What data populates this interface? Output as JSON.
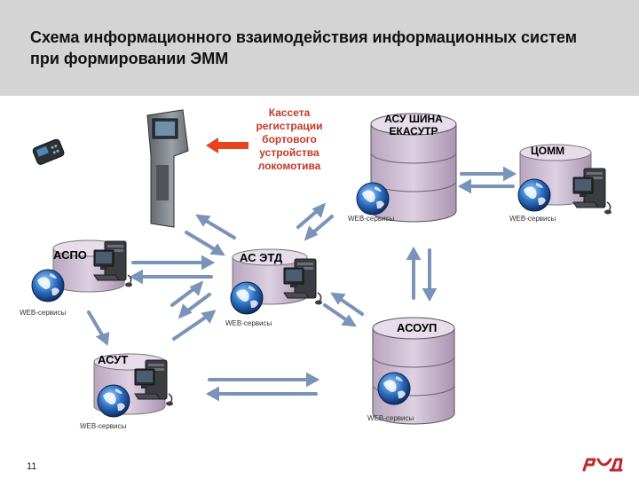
{
  "title": "Схема информационного взаимодействия информационных систем при формировании ЭММ",
  "cassette": [
    "Кассета",
    "регистрации",
    "бортового",
    "устройства",
    "локомотива"
  ],
  "systems": {
    "asu_shina": [
      "АСУ ШИНА",
      "ЕКАСУТР"
    ],
    "comm": "ЦОММ",
    "aspo": "АСПО",
    "as_etd": "АС ЭТД",
    "asoup": "АСОУП",
    "asut": "АСУТ"
  },
  "web_label": "WEB-сервисы",
  "page_number": "11",
  "colors": {
    "header_bg": "#d4d4d4",
    "db_fill": "#c9b8cf",
    "arrow": "#7a93b8",
    "accent_red": "#e8431c",
    "logo": "#c0282d"
  }
}
